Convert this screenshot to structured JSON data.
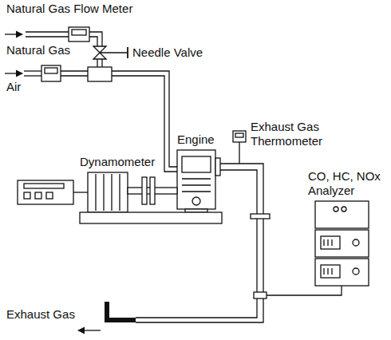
{
  "diagram": {
    "labels": [
      "Natural Gas Flow Meter",
      "Natural Gas",
      "Needle Valve",
      "Air",
      "Engine",
      "Exhaust Gas Thermometer",
      "Dynamometer",
      "CO, HC, NOx Analyzer",
      "Exhaust Gas"
    ]
  }
}
